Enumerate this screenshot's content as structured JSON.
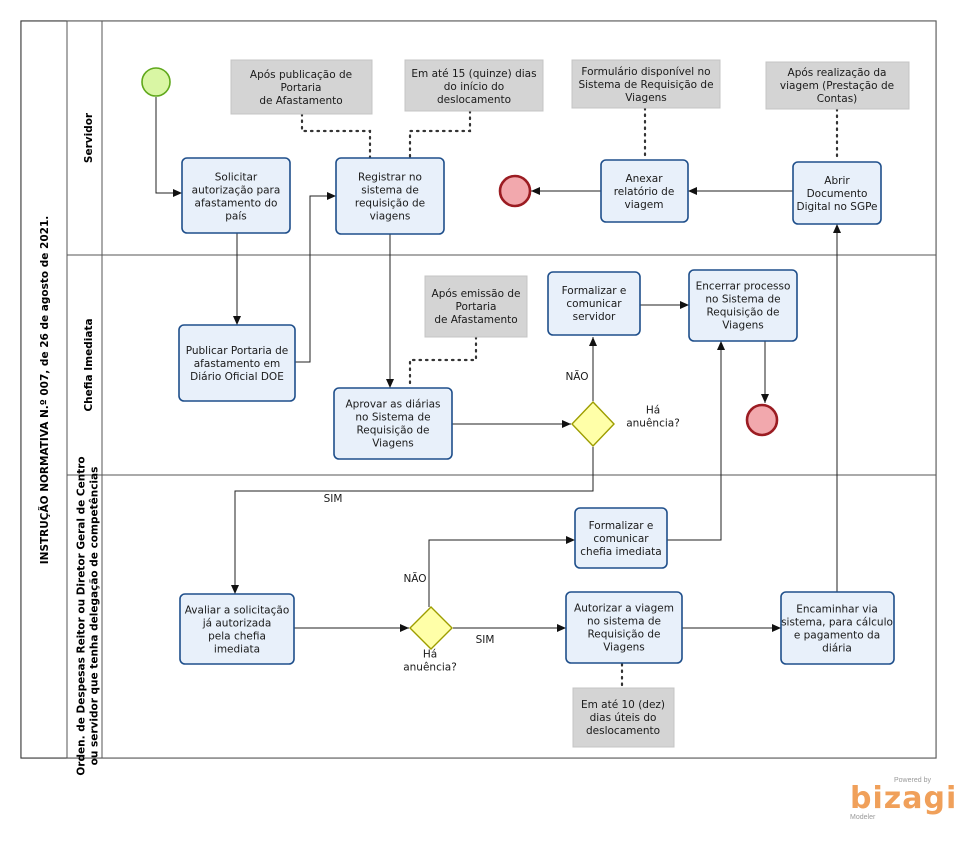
{
  "pool": {
    "title": "INSTRUÇÃO NORMATIVA N.º 007, de 26 de agosto de 2021."
  },
  "lanes": [
    {
      "id": "servidor",
      "lines": [
        "Servidor"
      ]
    },
    {
      "id": "chefia",
      "lines": [
        "Chefia Imediata"
      ]
    },
    {
      "id": "ordenador",
      "lines": [
        "Orden. de Despesas Reitor ou Diretor Geral de Centro",
        "ou servidor que tenha delegação de competências"
      ]
    }
  ],
  "tasks": [
    {
      "id": "solicitar",
      "lines": [
        "Solicitar",
        "autorização para",
        "afastamento do",
        "país"
      ]
    },
    {
      "id": "registrar",
      "lines": [
        "Registrar no",
        "sistema de",
        "requisição de",
        "viagens"
      ]
    },
    {
      "id": "anexar",
      "lines": [
        "Anexar",
        "relatório de",
        "viagem"
      ]
    },
    {
      "id": "abrir",
      "lines": [
        "Abrir",
        "Documento",
        "Digital no SGPe"
      ]
    },
    {
      "id": "publicar",
      "lines": [
        "Publicar Portaria de",
        "afastamento em",
        "Diário Oficial DOE"
      ]
    },
    {
      "id": "aprovar",
      "lines": [
        "Aprovar as diárias",
        "no Sistema de",
        "Requisição de",
        "Viagens"
      ]
    },
    {
      "id": "form_servidor",
      "lines": [
        "Formalizar e",
        "comunicar",
        "servidor"
      ]
    },
    {
      "id": "encerrar",
      "lines": [
        "Encerrar processo",
        "no Sistema de",
        "Requisição de",
        "Viagens"
      ]
    },
    {
      "id": "form_chefia",
      "lines": [
        "Formalizar e",
        "comunicar",
        "chefia imediata"
      ]
    },
    {
      "id": "avaliar",
      "lines": [
        "Avaliar a solicitação",
        "já autorizada",
        "pela chefia",
        "imediata"
      ]
    },
    {
      "id": "autorizar",
      "lines": [
        "Autorizar a viagem",
        "no sistema de",
        "Requisição de",
        "Viagens"
      ]
    },
    {
      "id": "encaminhar",
      "lines": [
        "Encaminhar via",
        "sistema, para cálculo",
        "e pagamento da",
        "diária"
      ]
    }
  ],
  "annotations": [
    {
      "id": "n_publicacao",
      "lines": [
        "Após publicação de",
        "Portaria",
        "de Afastamento"
      ]
    },
    {
      "id": "n_quinze",
      "lines": [
        "Em até 15 (quinze) dias",
        "do início do",
        "deslocamento"
      ]
    },
    {
      "id": "n_formulario",
      "lines": [
        "Formulário disponível no",
        "Sistema de Requisição de",
        "Viagens"
      ]
    },
    {
      "id": "n_realizacao",
      "lines": [
        "Após realização da",
        "viagem (Prestação de",
        "Contas)"
      ]
    },
    {
      "id": "n_emissao",
      "lines": [
        "Após emissão de",
        "Portaria",
        "de Afastamento"
      ]
    },
    {
      "id": "n_dez",
      "lines": [
        "Em até 10 (dez)",
        "dias úteis do",
        "deslocamento"
      ]
    }
  ],
  "gateways": [
    {
      "id": "g_chefia",
      "lines": [
        "Há",
        "anuência?"
      ]
    },
    {
      "id": "g_ordenador",
      "lines": [
        "Há",
        "anuência?"
      ]
    }
  ],
  "flow_labels": {
    "nao_chefia": "NÃO",
    "sim_chefia": "SIM",
    "nao_ordenador": "NÃO",
    "sim_ordenador": "SIM"
  },
  "branding": {
    "powered": "Powered by",
    "name": "bizagi",
    "product": "Modeler"
  },
  "colors": {
    "task_fill": "#e8f0fa",
    "task_stroke": "#1f4f8b",
    "start": "#d9f6a4",
    "end": "#f2a8ad",
    "gateway": "#ffffa8",
    "note": "#d4d4d4"
  }
}
